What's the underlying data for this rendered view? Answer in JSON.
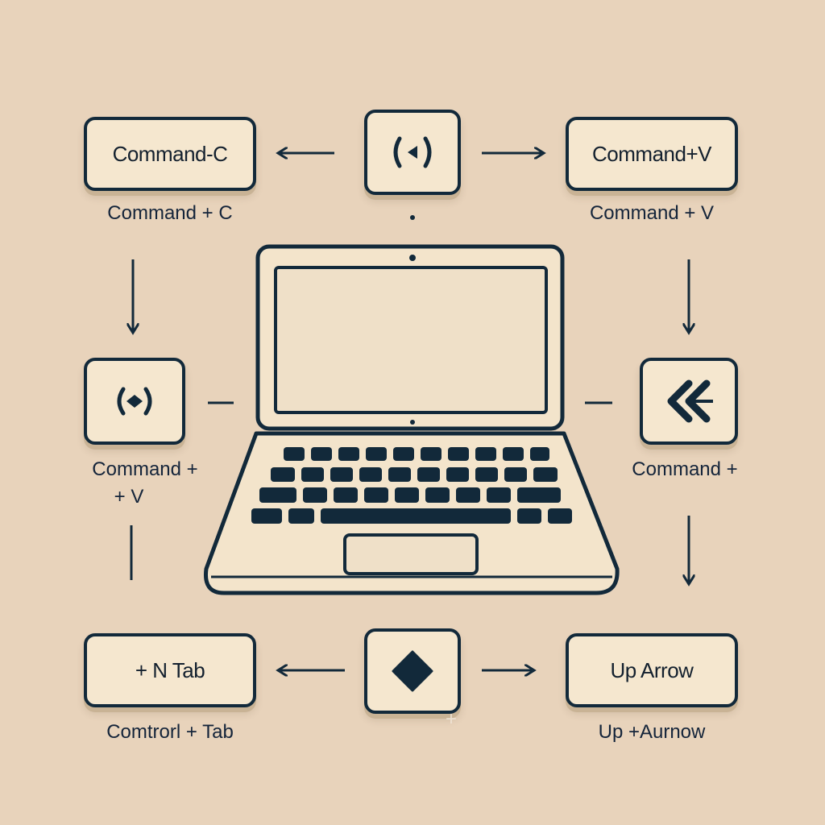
{
  "keys": {
    "top_left": "Command-C",
    "top_right": "Command+V",
    "bottom_left": "+ N Tab",
    "bottom_right": "Up Arrow"
  },
  "captions": {
    "top_left": "Command + C",
    "top_right": "Command + V",
    "mid_left_line1": "Command +",
    "mid_left_line2": "+ V",
    "mid_right": "Command +",
    "bottom_left": "Comtrorl + Tab",
    "bottom_center": "+",
    "bottom_right": "Up +Aurnow"
  },
  "icons": {
    "top_center": "paste-brackets-icon",
    "mid_left": "swap-arrows-icon",
    "mid_right": "double-chevron-left-icon",
    "bottom_center": "diamond-icon",
    "center": "laptop-icon"
  },
  "colors": {
    "background": "#e8d3bb",
    "key_fill": "#f5e7cf",
    "outline": "#12293a"
  }
}
